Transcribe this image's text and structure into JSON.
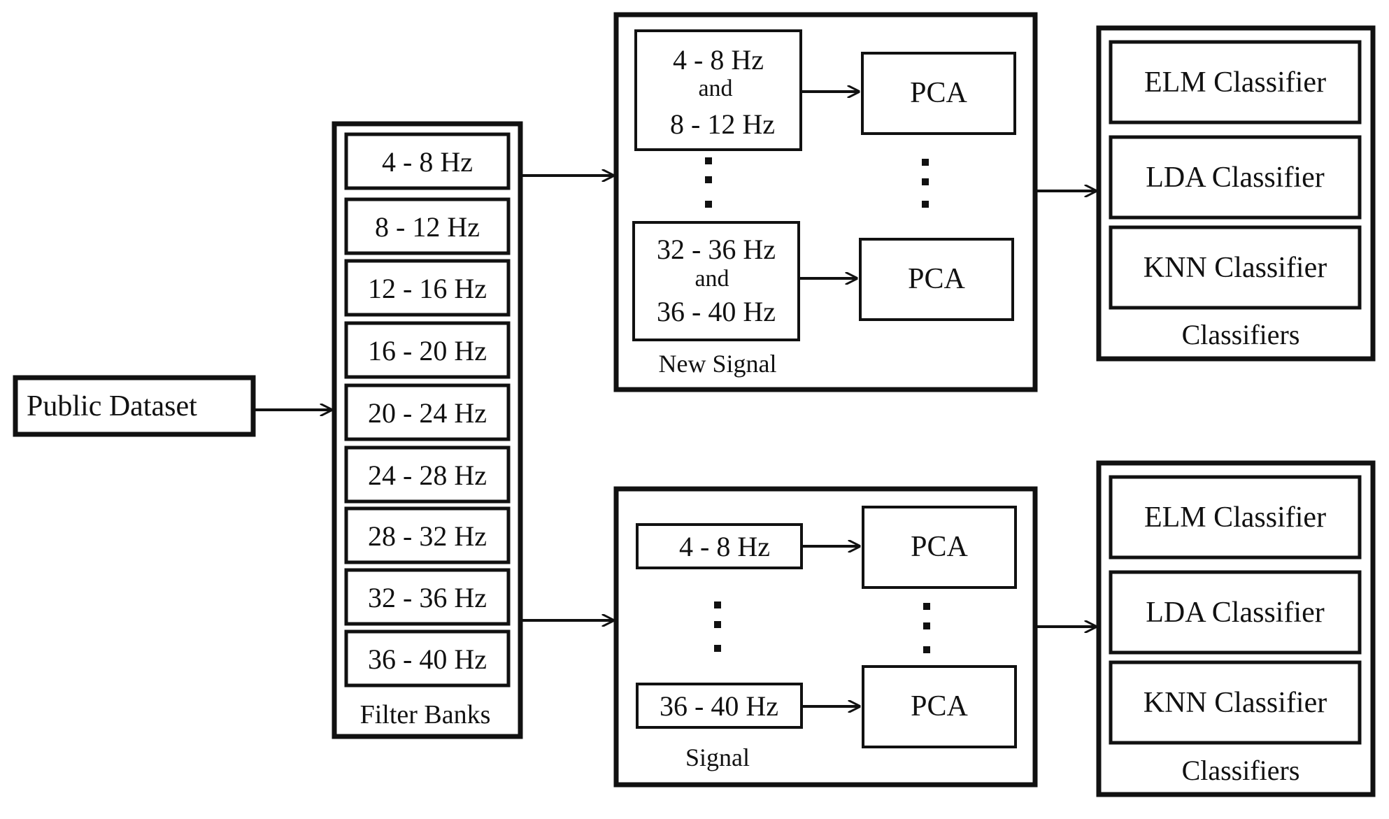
{
  "public_dataset": "Public Dataset",
  "filter_banks": {
    "label": "Filter Banks",
    "bands": [
      "4 - 8 Hz",
      "8 - 12 Hz",
      "12 - 16 Hz",
      "16 - 20 Hz",
      "20 - 24 Hz",
      "24 - 28 Hz",
      "28 - 32 Hz",
      "32 - 36 Hz",
      "36 - 40 Hz"
    ]
  },
  "new_signal_panel": {
    "label": "New Signal",
    "first": {
      "line1": "4 - 8 Hz",
      "line2": "and",
      "line3": "8 - 12 Hz"
    },
    "last": {
      "line1": "32 - 36 Hz",
      "line2": "and",
      "line3": "36 - 40 Hz"
    },
    "pca_label": "PCA"
  },
  "signal_panel": {
    "label": "Signal",
    "first": "4 - 8 Hz",
    "last": "36 - 40 Hz",
    "pca_label": "PCA"
  },
  "classifiers": {
    "label": "Classifiers",
    "items": [
      "ELM Classifier",
      "LDA Classifier",
      "KNN Classifier"
    ]
  },
  "colors": {
    "stroke": "#111111",
    "background": "#ffffff"
  }
}
